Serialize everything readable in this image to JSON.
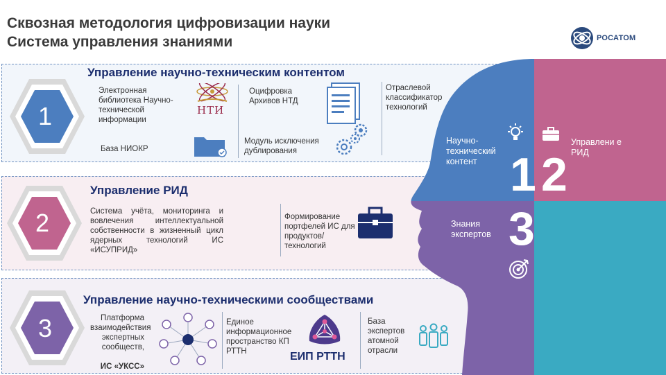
{
  "header": {
    "title_line1": "Сквозная методология цифровизации науки",
    "title_line2": "Система управления знаниями",
    "logo_text": "РОСАТОМ"
  },
  "sections": [
    {
      "number": "1",
      "title": "Управление научно-техническим контентом",
      "items": [
        "Электронная библиотека Научно-технической информации",
        "База НИОКР",
        "Оцифровка Архивов НТД",
        "Модуль исключения дублирования",
        "Отраслевой классификатор технологий"
      ],
      "nti_label": "НТИ"
    },
    {
      "number": "2",
      "title": "Управление РИД",
      "items": [
        "Система учёта, мониторинга и вовлечения интеллектуальной собственности в жизненный цикл ядерных технологий ИС «ИСУПРИД»",
        "Формирование портфелей ИС для продуктов/технологий"
      ]
    },
    {
      "number": "3",
      "title": "Управление научно-техническими сообществами",
      "items": [
        "Платформа взаимодействия экспертных сообществ,",
        "ИС «УКСС»",
        "Единое информационное пространство КП РТТН",
        "База экспертов атомной отрасли"
      ],
      "eip_label": "ЕИП РТТН"
    }
  ],
  "head": {
    "zone1_label": "Научно-технический контент",
    "zone1_number": "1",
    "zone2_label": "Управлени е РИД",
    "zone2_number": "2",
    "zone3_label": "Знания экспертов",
    "zone3_number": "3"
  },
  "colors": {
    "blue": "#4c7ebf",
    "pink": "#c0648f",
    "purple": "#7d63a8",
    "teal": "#3aaac2",
    "navy": "#1c2e6e"
  },
  "icons": [
    "rosatom-logo-icon",
    "atom-book-icon",
    "folder-check-icon",
    "documents-gear-icon",
    "gears-icon",
    "briefcase-icon",
    "network-globe-icon",
    "triangle-network-icon",
    "people-group-icon",
    "lightbulb-icon",
    "target-icon"
  ]
}
